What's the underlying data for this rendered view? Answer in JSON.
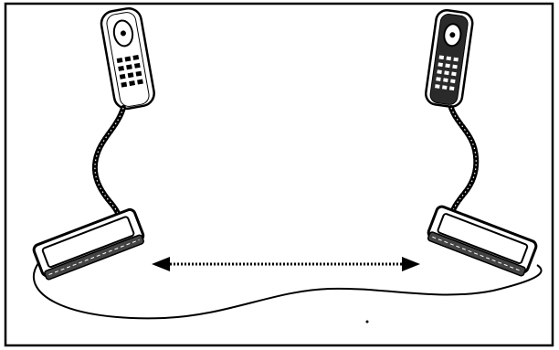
{
  "figure": {
    "components": [
      "left-handset",
      "left-coiled-cord",
      "left-base",
      "right-handset",
      "right-coiled-cord",
      "right-base",
      "connecting-cable",
      "double-headed-arrow"
    ]
  }
}
